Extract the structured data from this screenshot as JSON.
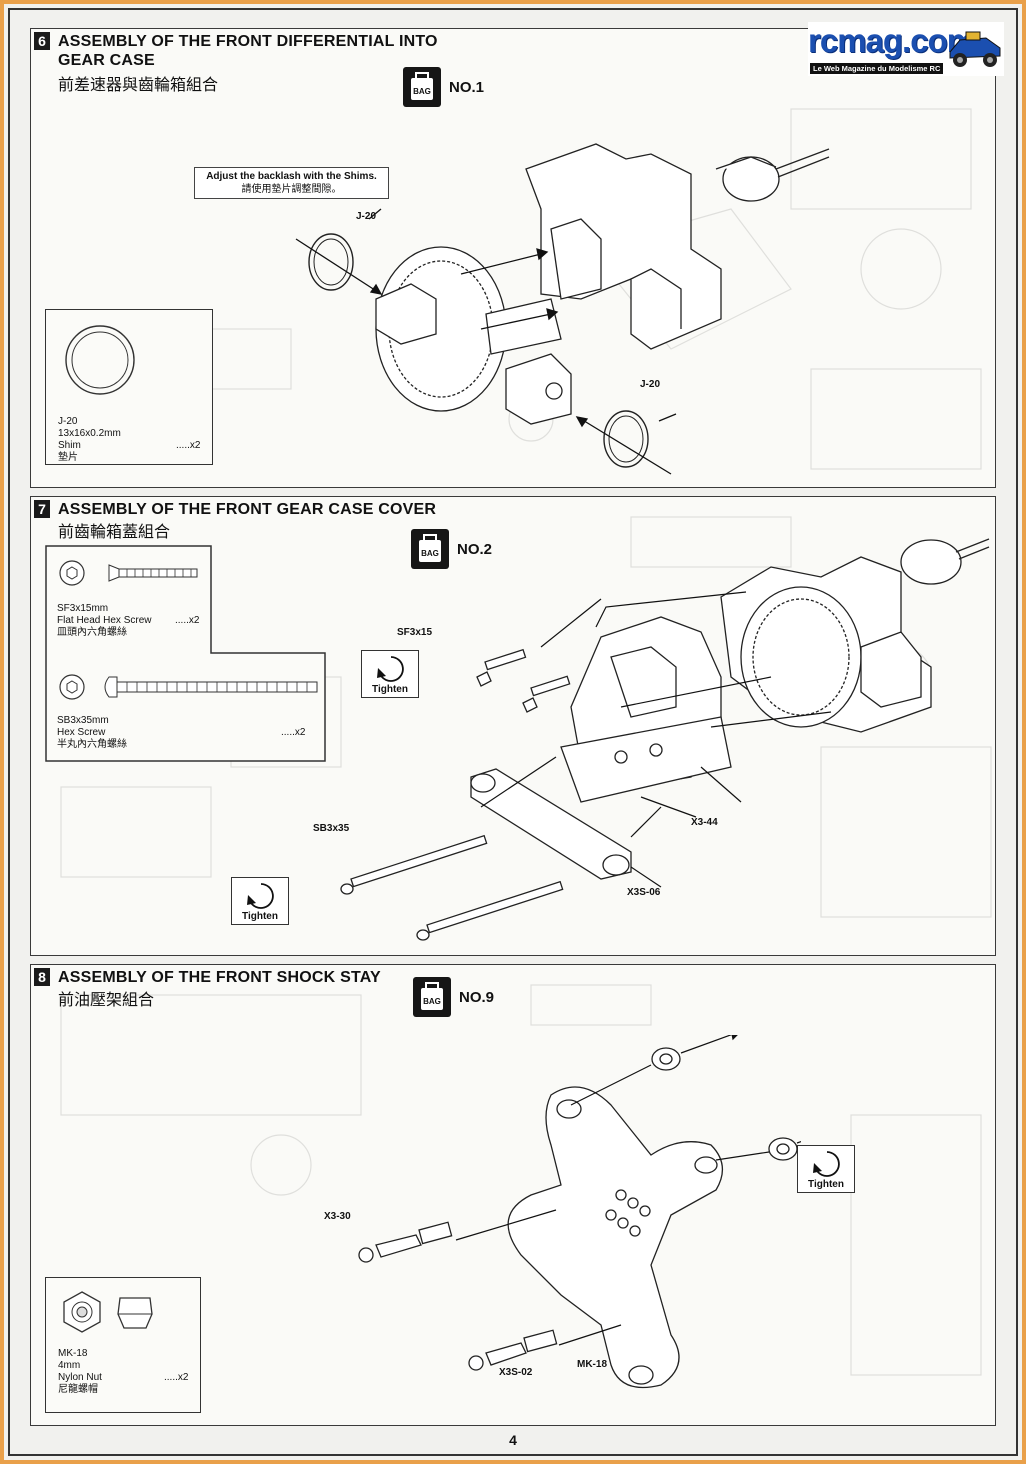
{
  "logo": {
    "main": "rcmag.com",
    "tagline": "Le Web Magazine du Modelisme RC"
  },
  "steps": [
    {
      "number": "6",
      "title": "ASSEMBLY OF THE FRONT DIFFERENTIAL INTO GEAR CASE",
      "title_zh": "前差速器與齒輪箱組合",
      "bag_icon": "BAG",
      "bag_label": "NO.1",
      "note": {
        "en": "Adjust the backlash with the Shims.",
        "zh": "請使用墊片調整間隙。"
      },
      "callouts": [
        "J-20",
        "J-20"
      ],
      "parts": [
        {
          "code": "J-20",
          "size": "13x16x0.2mm",
          "name": "Shim",
          "name_zh": "墊片",
          "qty": ".....x2"
        }
      ]
    },
    {
      "number": "7",
      "title": "ASSEMBLY OF THE FRONT GEAR CASE COVER",
      "title_zh": "前齒輪箱蓋組合",
      "bag_icon": "BAG",
      "bag_label": "NO.2",
      "callouts": [
        "SF3x15",
        "SB3x35",
        "X3-44",
        "X3S-06"
      ],
      "tighten_labels": [
        "Tighten",
        "Tighten"
      ],
      "parts": [
        {
          "code": "SF3x15mm",
          "name": "Flat Head Hex Screw",
          "name_zh": "皿頭內六角螺絲",
          "qty": ".....x2"
        },
        {
          "code": "SB3x35mm",
          "name": "Hex Screw",
          "name_zh": "半丸內六角螺絲",
          "qty": ".....x2"
        }
      ]
    },
    {
      "number": "8",
      "title": "ASSEMBLY OF THE FRONT SHOCK STAY",
      "title_zh": "前油壓架組合",
      "bag_icon": "BAG",
      "bag_label": "NO.9",
      "callouts": [
        "X3S-02",
        "MK-18",
        "X3-30"
      ],
      "tighten_labels": [
        "Tighten"
      ],
      "parts": [
        {
          "code": "MK-18",
          "size": "4mm",
          "name": "Nylon Nut",
          "name_zh": "尼龍螺帽",
          "qty": ".....x2"
        }
      ]
    }
  ],
  "page_number": "4"
}
